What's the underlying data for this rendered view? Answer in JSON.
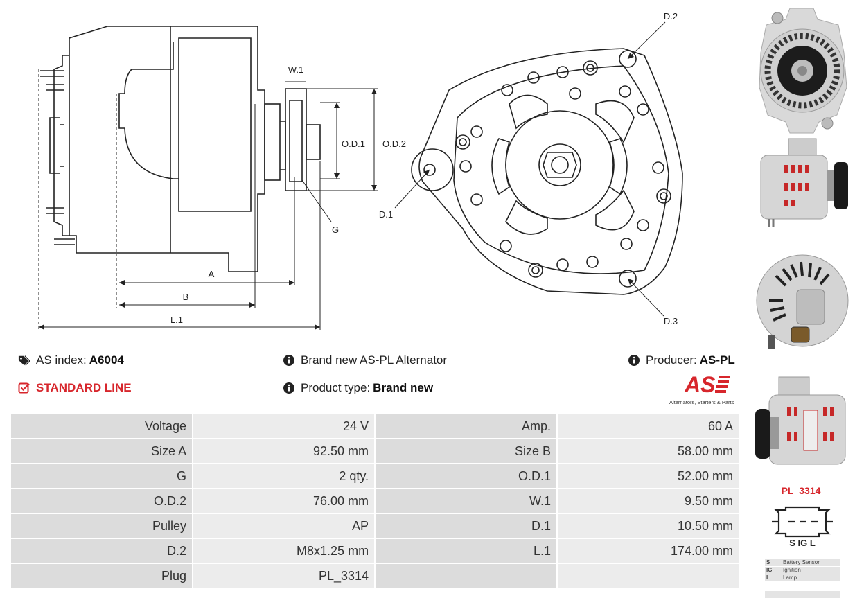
{
  "drawing": {
    "labels": {
      "w1": "W.1",
      "od1": "O.D.1",
      "od2": "O.D.2",
      "g": "G",
      "a": "A",
      "b": "B",
      "l1": "L.1",
      "d1": "D.1",
      "d2": "D.2",
      "d3": "D.3"
    }
  },
  "info": {
    "as_index_label": "AS index:",
    "as_index_value": "A6004",
    "standard_line": "STANDARD LINE",
    "description": "Brand new AS-PL Alternator",
    "product_type_label": "Product type:",
    "product_type_value": "Brand new",
    "producer_label": "Producer:",
    "producer_value": "AS-PL"
  },
  "brand": {
    "logo_text": "AS",
    "tagline": "Alternators, Starters & Parts",
    "accent_color": "#d7262c"
  },
  "specs": {
    "rows": [
      [
        "Voltage",
        "24 V",
        "Amp.",
        "60 A"
      ],
      [
        "Size A",
        "92.50 mm",
        "Size B",
        "58.00 mm"
      ],
      [
        "G",
        "2 qty.",
        "O.D.1",
        "52.00 mm"
      ],
      [
        "O.D.2",
        "76.00 mm",
        "W.1",
        "9.50 mm"
      ],
      [
        "Pulley",
        "AP",
        "D.1",
        "10.50 mm"
      ],
      [
        "D.2",
        "M8x1.25 mm",
        "L.1",
        "174.00 mm"
      ],
      [
        "Plug",
        "PL_3314",
        "",
        ""
      ]
    ]
  },
  "plug": {
    "title": "PL_3314",
    "pins": "S IG L",
    "legend": [
      {
        "key": "S",
        "desc": "Battery Sensor"
      },
      {
        "key": "IG",
        "desc": "Ignition"
      },
      {
        "key": "L",
        "desc": "Lamp"
      }
    ]
  },
  "icons": {
    "tag": "tag-icon",
    "check": "checkbox-icon",
    "info": "info-icon"
  }
}
